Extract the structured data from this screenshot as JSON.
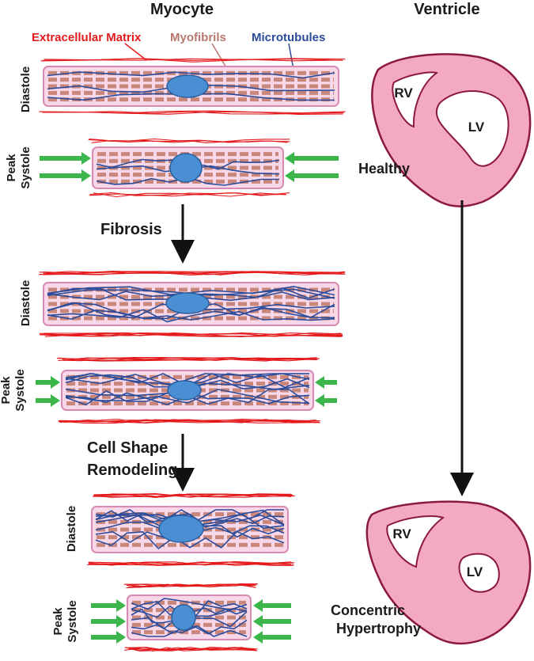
{
  "headers": {
    "myocyte": "Myocyte",
    "ventricle": "Ventricle"
  },
  "legend": {
    "ecm": "Extracellular Matrix",
    "myofibrils": "Myofibrils",
    "microtubules": "Microtubules"
  },
  "states": {
    "diastole": "Diastole",
    "peak_systole_line1": "Peak",
    "peak_systole_line2": "Systole"
  },
  "transitions": {
    "fibrosis": "Fibrosis",
    "remodeling_line1": "Cell Shape",
    "remodeling_line2": "Remodeling"
  },
  "ventricle": {
    "rv": "RV",
    "lv": "LV",
    "healthy": "Healthy",
    "hypertrophy_line1": "Concentric",
    "hypertrophy_line2": "Hypertrophy"
  },
  "colors": {
    "ecm": "#e41a1c",
    "myofibril": "#c8877a",
    "microtubule": "#2b4c9b",
    "cell_fill": "#f7d7e8",
    "cell_stroke": "#d98ab4",
    "nucleus": "#4a8fd4",
    "nucleus_stroke": "#2a5fa0",
    "arrow": "#3cb54a",
    "heart_fill": "#f4a9c3",
    "heart_stroke": "#8b1a3a"
  }
}
